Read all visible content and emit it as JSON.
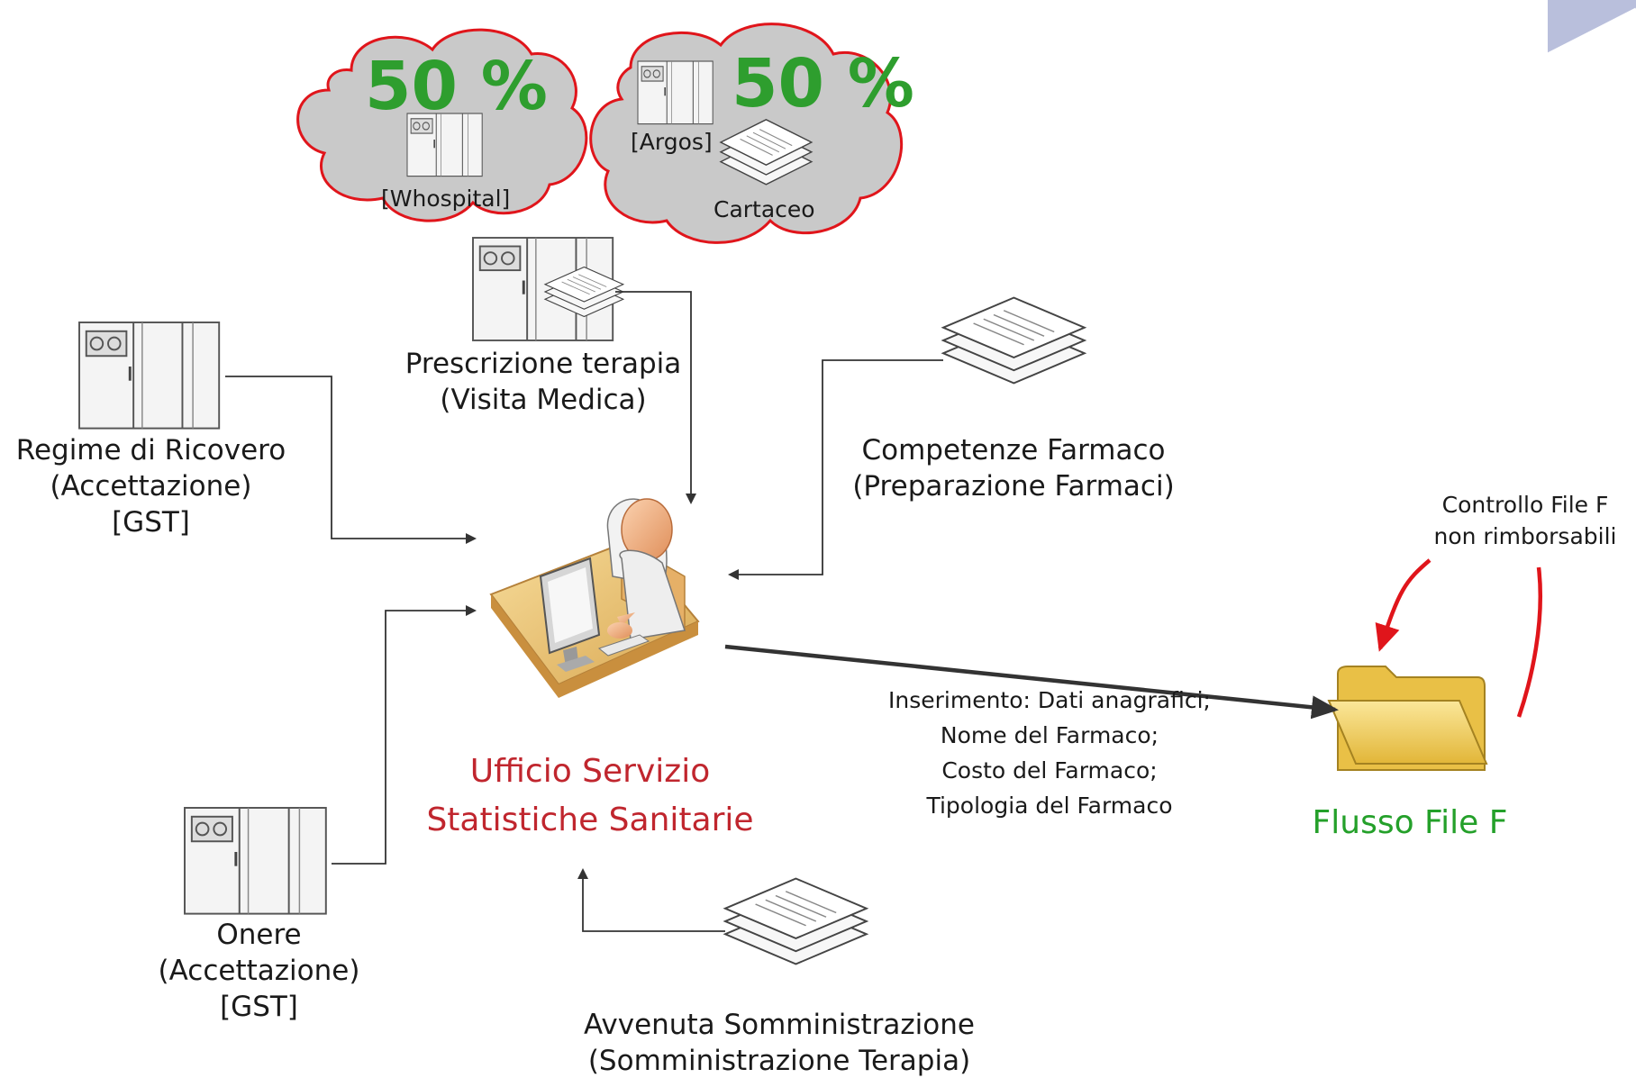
{
  "clouds": {
    "left": {
      "percent": "50 %",
      "system": "[Whospital]"
    },
    "right": {
      "percent": "50 %",
      "system": "[Argos]",
      "paper": "Cartaceo"
    }
  },
  "nodes": {
    "prescrizione": {
      "line1": "Prescrizione terapia",
      "line2": "(Visita Medica)"
    },
    "regime": {
      "line1": "Regime di Ricovero",
      "line2": "(Accettazione)",
      "line3": "[GST]"
    },
    "onere": {
      "line1": "Onere",
      "line2": "(Accettazione)",
      "line3": "[GST]"
    },
    "competenze": {
      "line1": "Competenze Farmaco",
      "line2": "(Preparazione Farmaci)"
    },
    "avvenuta": {
      "line1": "Avvenuta Somministrazione",
      "line2": "(Somministrazione Terapia)"
    },
    "ufficio": {
      "line1": "Ufficio Servizio",
      "line2": "Statistiche Sanitarie"
    },
    "flusso": {
      "label": "Flusso File F"
    },
    "controllo": {
      "line1": "Controllo File F",
      "line2": "non rimborsabili"
    }
  },
  "edge_label": {
    "line1": "Inserimento: Dati anagrafici;",
    "line2": "Nome del Farmaco;",
    "line3": "Costo del Farmaco;",
    "line4": "Tipologia del Farmaco"
  },
  "colors": {
    "cloud_fill": "#c9c9c9",
    "cloud_stroke": "#e0151b",
    "percent": "#2e9e2e",
    "ufficio_text": "#c0262e",
    "flusso_text": "#24a02a",
    "connector": "#333333",
    "red_arrow": "#e0151b"
  }
}
